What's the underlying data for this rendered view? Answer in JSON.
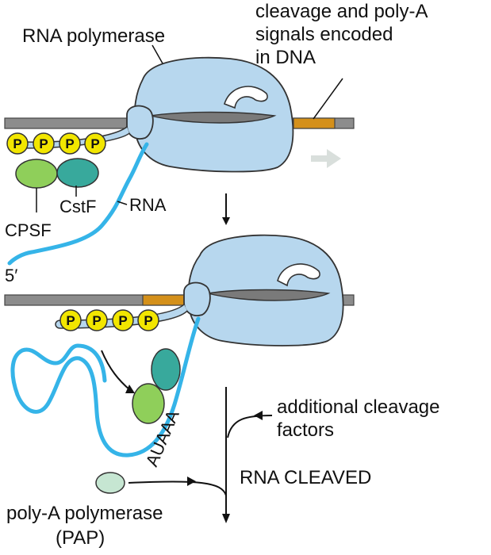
{
  "labels": {
    "rna_polymerase": "RNA polymerase",
    "signals_line1": "cleavage and poly-A",
    "signals_line2": "signals encoded",
    "signals_line3": "in DNA",
    "cstf": "CstF",
    "rna": "RNA",
    "cpsf": "CPSF",
    "five_prime": "5′",
    "auaaa": "AUAAA",
    "additional_line1": "additional cleavage",
    "additional_line2": "factors",
    "rna_cleaved": "RNA CLEAVED",
    "pap_line1": "poly-A polymerase",
    "pap_line2": "(PAP)",
    "phosphate": "P"
  },
  "colors": {
    "dna": "#8c8c8c",
    "signal": "#d4901a",
    "polymerase": "#b7d7ee",
    "rna": "#35b4e8",
    "cpsf": "#8fcf5a",
    "cstf": "#38a99c",
    "pap": "#c6e6d2",
    "phosphate": "#f2e600"
  }
}
